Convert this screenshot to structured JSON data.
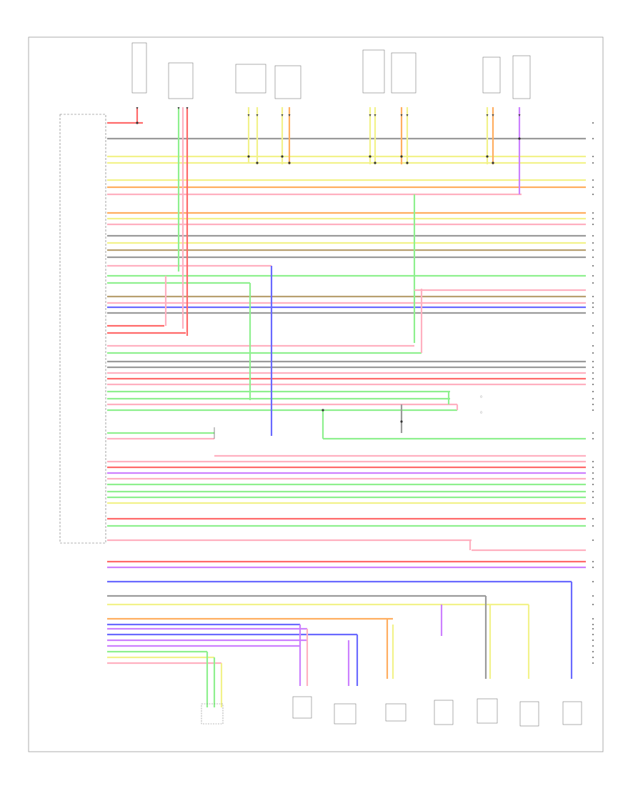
{
  "diagram": {
    "footer_id": "",
    "legend": [
      {
        "marker": "○",
        "label": ""
      },
      {
        "marker": "○",
        "label": ""
      }
    ],
    "colors": {
      "red": "#ff6a6a",
      "pink": "#ffb0c0",
      "green": "#8ef08e",
      "yellow": "#f2f28a",
      "orange": "#ffae60",
      "blue": "#6a6aff",
      "violet": "#cc80ff",
      "brown": "#b8a070",
      "gray": "#9a9a9a",
      "black": "#333333"
    },
    "top_components": [
      {
        "label": ""
      },
      {
        "label": ""
      },
      {
        "label": ""
      },
      {
        "label": ""
      },
      {
        "label": ""
      },
      {
        "label": ""
      },
      {
        "label": ""
      },
      {
        "label": ""
      }
    ],
    "bottom_components": [
      {
        "label": ""
      },
      {
        "label": ""
      },
      {
        "label": ""
      },
      {
        "label": ""
      },
      {
        "label": ""
      },
      {
        "label": ""
      },
      {
        "label": ""
      },
      {
        "label": ""
      }
    ],
    "left_module_label": "",
    "rows": [
      {
        "color": "red"
      },
      {
        "color": "gray"
      },
      {
        "color": "yellow"
      },
      {
        "color": "yellow"
      },
      {
        "color": "yellow"
      },
      {
        "color": "orange"
      },
      {
        "color": "pink"
      },
      {
        "color": "orange"
      },
      {
        "color": "yellow"
      },
      {
        "color": "pink"
      },
      {
        "color": "gray"
      },
      {
        "color": "yellow"
      },
      {
        "color": "brown"
      },
      {
        "color": "gray"
      },
      {
        "color": "pink"
      },
      {
        "color": "green"
      },
      {
        "color": "green"
      },
      {
        "color": "brown"
      },
      {
        "color": "pink"
      },
      {
        "color": "blue"
      },
      {
        "color": "gray"
      },
      {
        "color": "red"
      },
      {
        "color": "red"
      },
      {
        "color": "pink"
      },
      {
        "color": "green"
      },
      {
        "color": "gray"
      },
      {
        "color": "gray"
      },
      {
        "color": "pink"
      },
      {
        "color": "red"
      },
      {
        "color": "pink"
      },
      {
        "color": "green"
      },
      {
        "color": "green"
      },
      {
        "color": "pink"
      },
      {
        "color": "green"
      },
      {
        "color": "green"
      },
      {
        "color": "pink"
      },
      {
        "color": "pink"
      },
      {
        "color": "red"
      },
      {
        "color": "violet"
      },
      {
        "color": "pink"
      },
      {
        "color": "green"
      },
      {
        "color": "green"
      },
      {
        "color": "green"
      },
      {
        "color": "yellow"
      },
      {
        "color": "red"
      },
      {
        "color": "green"
      },
      {
        "color": "pink"
      },
      {
        "color": "red"
      },
      {
        "color": "violet"
      },
      {
        "color": "blue"
      },
      {
        "color": "gray"
      },
      {
        "color": "yellow"
      },
      {
        "color": "orange"
      },
      {
        "color": "blue"
      },
      {
        "color": "violet"
      },
      {
        "color": "blue"
      },
      {
        "color": "violet"
      },
      {
        "color": "violet"
      },
      {
        "color": "green"
      },
      {
        "color": "yellow"
      },
      {
        "color": "pink"
      }
    ]
  }
}
